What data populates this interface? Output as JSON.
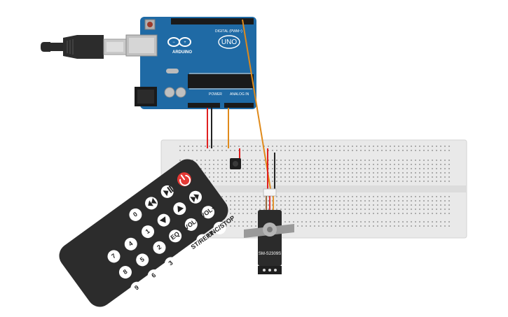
{
  "colors": {
    "arduino_board": "#1f6aa5",
    "arduino_dark": "#0b4f8c",
    "breadboard": "#e9e9e9",
    "wire_red": "#e02020",
    "wire_black": "#222222",
    "wire_orange": "#e08a1a",
    "remote_body": "#2c2c2c",
    "remote_power": "#e53935",
    "servo_body": "#2b2b2b"
  },
  "icons": {
    "usb_cable": "usb-plug",
    "power_button": "power-icon",
    "arduino_logo": "infinity-logo"
  },
  "arduino": {
    "digital_label": "DIGITAL (PWM~)",
    "brand_label": "ARDUINO",
    "model_label": "UNO",
    "power_label": "POWER",
    "analog_label": "ANALOG IN"
  },
  "servo": {
    "model": "SM-S2309S"
  },
  "remote": {
    "buttons": [
      {
        "id": "0",
        "label": "0"
      },
      {
        "id": "1",
        "label": "1"
      },
      {
        "id": "2",
        "label": "2"
      },
      {
        "id": "3",
        "label": "3"
      },
      {
        "id": "4",
        "label": "4"
      },
      {
        "id": "5",
        "label": "5"
      },
      {
        "id": "6",
        "label": "6"
      },
      {
        "id": "7",
        "label": "7"
      },
      {
        "id": "8",
        "label": "8"
      },
      {
        "id": "9",
        "label": "9"
      },
      {
        "id": "eq",
        "label": "EQ"
      },
      {
        "id": "volminus",
        "label": "VOL-"
      },
      {
        "id": "volplus",
        "label": "VOL+"
      },
      {
        "id": "funcstop",
        "label": "FUNC/STOP"
      },
      {
        "id": "strept",
        "label": "ST/REPT"
      }
    ]
  }
}
